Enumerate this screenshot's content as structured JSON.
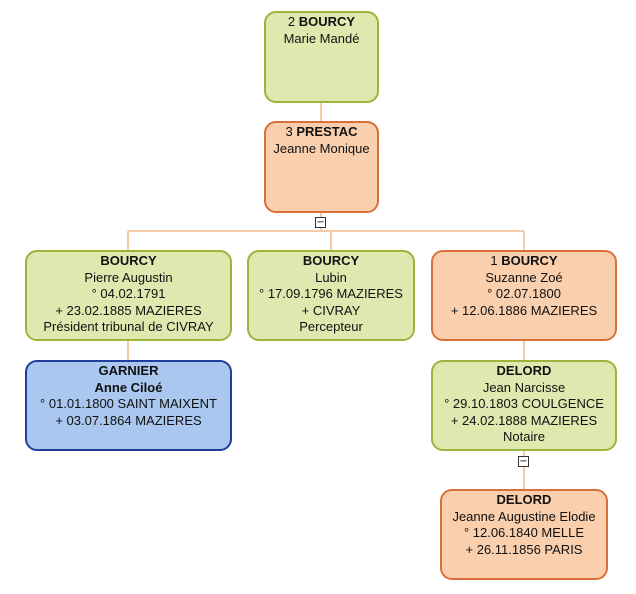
{
  "cards": {
    "bourcy_marie": {
      "num": "2",
      "surname": "BOURCY",
      "given": "Marie Mandé"
    },
    "prestac_jeanne": {
      "num": "3",
      "surname": "PRESTAC",
      "given": "Jeanne Monique"
    },
    "bourcy_pierre": {
      "surname": "BOURCY",
      "given": "Pierre Augustin",
      "birth": "° 04.02.1791",
      "death": "+ 23.02.1885 MAZIERES",
      "occupation": "Président tribunal de CIVRAY"
    },
    "bourcy_lubin": {
      "surname": "BOURCY",
      "given": "Lubin",
      "birth": "° 17.09.1796 MAZIERES",
      "death": "+ CIVRAY",
      "occupation": "Percepteur"
    },
    "bourcy_suzanne": {
      "num": "1",
      "surname": "BOURCY",
      "given": "Suzanne Zoé",
      "birth": "° 02.07.1800",
      "death": "+ 12.06.1886 MAZIERES"
    },
    "garnier_anne": {
      "surname": "GARNIER",
      "given": "Anne Ciloé",
      "birth": "° 01.01.1800 SAINT MAIXENT",
      "death": "+ 03.07.1864 MAZIERES"
    },
    "delord_jean": {
      "surname": "DELORD",
      "given": "Jean Narcisse",
      "birth": "° 29.10.1803 COULGENCE",
      "death": "+ 24.02.1888 MAZIERES",
      "occupation": "Notaire"
    },
    "delord_jeanne": {
      "surname": "DELORD",
      "given": "Jeanne Augustine Elodie",
      "birth": "° 12.06.1840 MELLE",
      "death": "+ 26.11.1856 PARIS"
    }
  },
  "toggles": {
    "collapse_1": "−",
    "collapse_2": "−"
  },
  "colors": {
    "green": "#e0e8b0",
    "orange": "#f9cfae",
    "blue": "#a9c7ef",
    "connector": "#f6cba8"
  }
}
